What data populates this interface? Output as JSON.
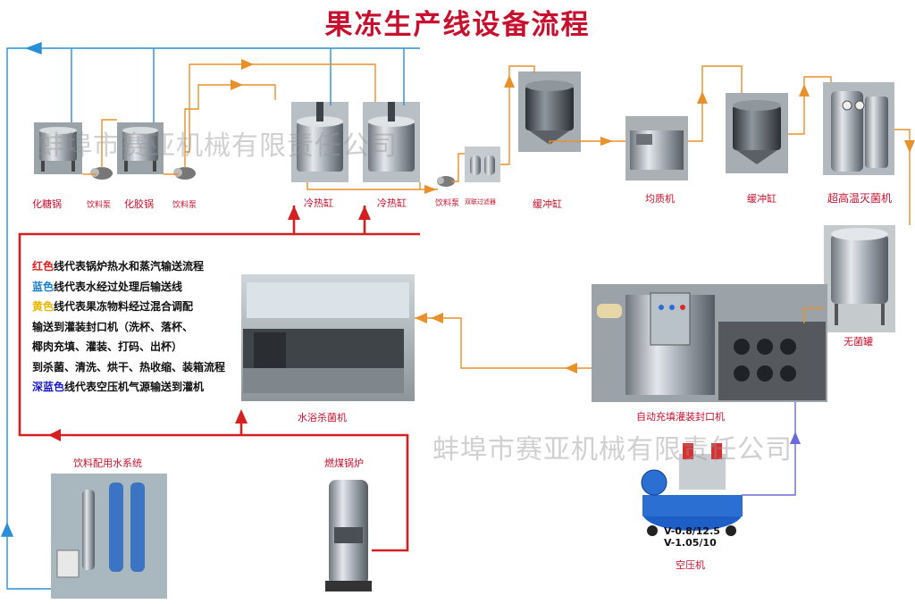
{
  "title": "果冻生产线设备流程",
  "watermark_text": "蚌埠市赛亚机械有限责任公司",
  "colors": {
    "title": "#c8102e",
    "steam_line": "#d42020",
    "water_line": "#2a8fd6",
    "material_line": "#e8902a",
    "air_line": "#5a5ad0",
    "label": "#c8102e"
  },
  "equipment": {
    "sugar_pot": "化糖锅",
    "pump_1": "饮料泵",
    "gel_pot": "化胶锅",
    "pump_2": "饮料泵",
    "heat_tank_1": "冷热缸",
    "heat_tank_2": "冷热缸",
    "pump_3": "饮料泵",
    "filter": "双联过滤器",
    "buffer_tank_1": "缓冲缸",
    "homogenizer": "均质机",
    "buffer_tank_2": "缓冲缸",
    "uht_sterilizer": "超高温灭菌机",
    "aseptic_tank": "无菌罐",
    "filler": "自动充填灌装封口机",
    "water_bath": "水浴杀菌机",
    "water_system": "饮料配用水系统",
    "boiler": "燃煤锅炉",
    "compressor": "空压机"
  },
  "compressor_spec": [
    "V-0.8/12.5",
    "V-1.05/10"
  ],
  "legend": [
    {
      "key": "红色",
      "key_color": "#e02020",
      "text": "线代表锅炉热水和蒸汽输送流程"
    },
    {
      "key": "蓝色",
      "key_color": "#1a7fd0",
      "text": "线代表水经过处理后输送线"
    },
    {
      "key": "黄色",
      "key_color": "#e8b800",
      "text": "线代表果冻物料经过混合调配"
    },
    {
      "key": "",
      "key_color": "#111111",
      "text": "输送到灌装封口机（洗杯、落杯、"
    },
    {
      "key": "",
      "key_color": "#111111",
      "text": "椰肉充填、灌装、打码、出杯）"
    },
    {
      "key": "",
      "key_color": "#111111",
      "text": "到杀菌、清洗、烘干、热收缩、装箱流程"
    },
    {
      "key": "深蓝色",
      "key_color": "#1a1acc",
      "text": "线代表空压机气源输送到灌机"
    }
  ]
}
